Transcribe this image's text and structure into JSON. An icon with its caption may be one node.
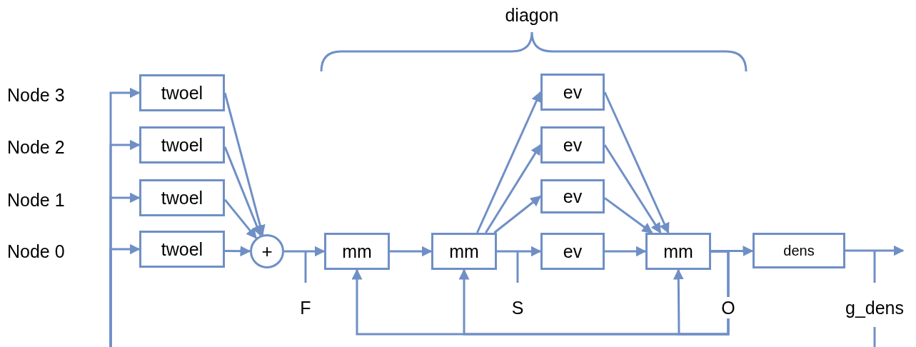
{
  "diagram": {
    "nodes": [
      {
        "text": [
          "twoel"
        ]
      },
      {
        "text": [
          "twoel"
        ]
      },
      {
        "text": [
          "twoel"
        ]
      },
      {
        "text": [
          "twoel"
        ]
      },
      {
        "text": [
          "+"
        ]
      },
      {
        "text": [
          "mm"
        ]
      },
      {
        "text": [
          "mm"
        ]
      },
      {
        "text": [
          "ev"
        ]
      },
      {
        "text": [
          "ev"
        ]
      },
      {
        "text": [
          "ev"
        ]
      },
      {
        "text": [
          "ev"
        ]
      },
      {
        "text": [
          "mm"
        ]
      },
      {
        "text": [
          "dens"
        ]
      }
    ],
    "edges": [
      {
        "from": null,
        "to": 0,
        "arrow": "to"
      },
      {
        "from": null,
        "to": 1,
        "arrow": "to"
      },
      {
        "from": null,
        "to": 2,
        "arrow": "to"
      },
      {
        "from": null,
        "to": 3,
        "arrow": "to"
      },
      {
        "from": 0,
        "to": 4,
        "arrow": "to"
      },
      {
        "from": 1,
        "to": 4,
        "arrow": "to"
      },
      {
        "from": 2,
        "to": 4,
        "arrow": "to"
      },
      {
        "from": 3,
        "to": 4,
        "arrow": "to"
      },
      {
        "from": 4,
        "to": 5,
        "arrow": "to"
      },
      {
        "from": 5,
        "to": 6,
        "arrow": "to"
      },
      {
        "from": 6,
        "to": 7,
        "arrow": "to"
      },
      {
        "from": 6,
        "to": 8,
        "arrow": "to"
      },
      {
        "from": 6,
        "to": 9,
        "arrow": "to"
      },
      {
        "from": 6,
        "to": 10,
        "arrow": "to"
      },
      {
        "from": 7,
        "to": 11,
        "arrow": "to"
      },
      {
        "from": 8,
        "to": 11,
        "arrow": "to"
      },
      {
        "from": 9,
        "to": 11,
        "arrow": "to"
      },
      {
        "from": 10,
        "to": 11,
        "arrow": "to"
      },
      {
        "from": 11,
        "to": 12,
        "arrow": "to"
      },
      {
        "from": 12,
        "to": null,
        "arrow": "to"
      },
      {
        "from": 11,
        "to": 5,
        "arrow": "to"
      },
      {
        "from": 11,
        "to": 6,
        "arrow": "to"
      },
      {
        "from": 11,
        "to": 11,
        "arrow": "to"
      }
    ],
    "labels": [
      "diagon",
      "Node 3",
      "Node 2",
      "Node 1",
      "Node 0",
      "F",
      "S",
      "O",
      "g_dens"
    ]
  }
}
